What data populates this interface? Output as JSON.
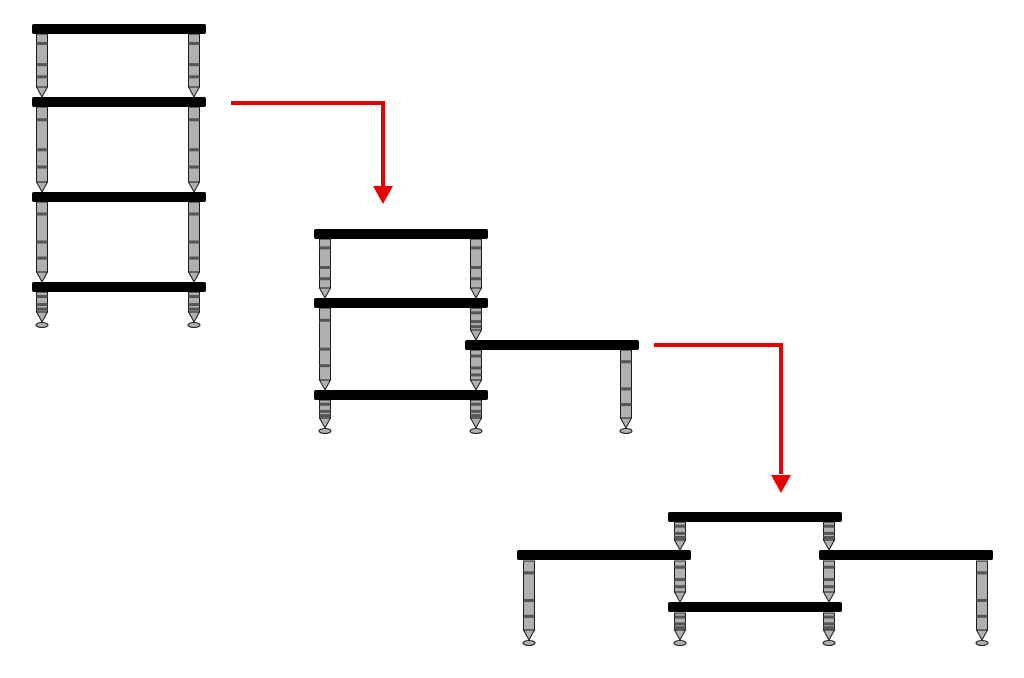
{
  "diagram": {
    "description_text": "",
    "colors": {
      "background": "#ffffff",
      "shelf": "#000000",
      "leg_fill": "#b0b0b0",
      "leg_dark": "#555555",
      "leg_outline": "#1a1a1a",
      "arrow": "#e60000"
    },
    "stages": [
      {
        "id": "stage-1",
        "label": "",
        "shelf_count": 4,
        "leg_pairs": 3
      },
      {
        "id": "stage-2",
        "label": "",
        "shelf_count": 4,
        "leg_pairs": 3
      },
      {
        "id": "stage-3",
        "label": "",
        "shelf_count": 4,
        "leg_pairs": 3
      }
    ],
    "arrows": [
      {
        "id": "arrow-1-to-2",
        "from": "stage-1",
        "to": "stage-2",
        "direction": "right-then-down"
      },
      {
        "id": "arrow-2-to-3",
        "from": "stage-2",
        "to": "stage-3",
        "direction": "right-then-down"
      }
    ]
  }
}
